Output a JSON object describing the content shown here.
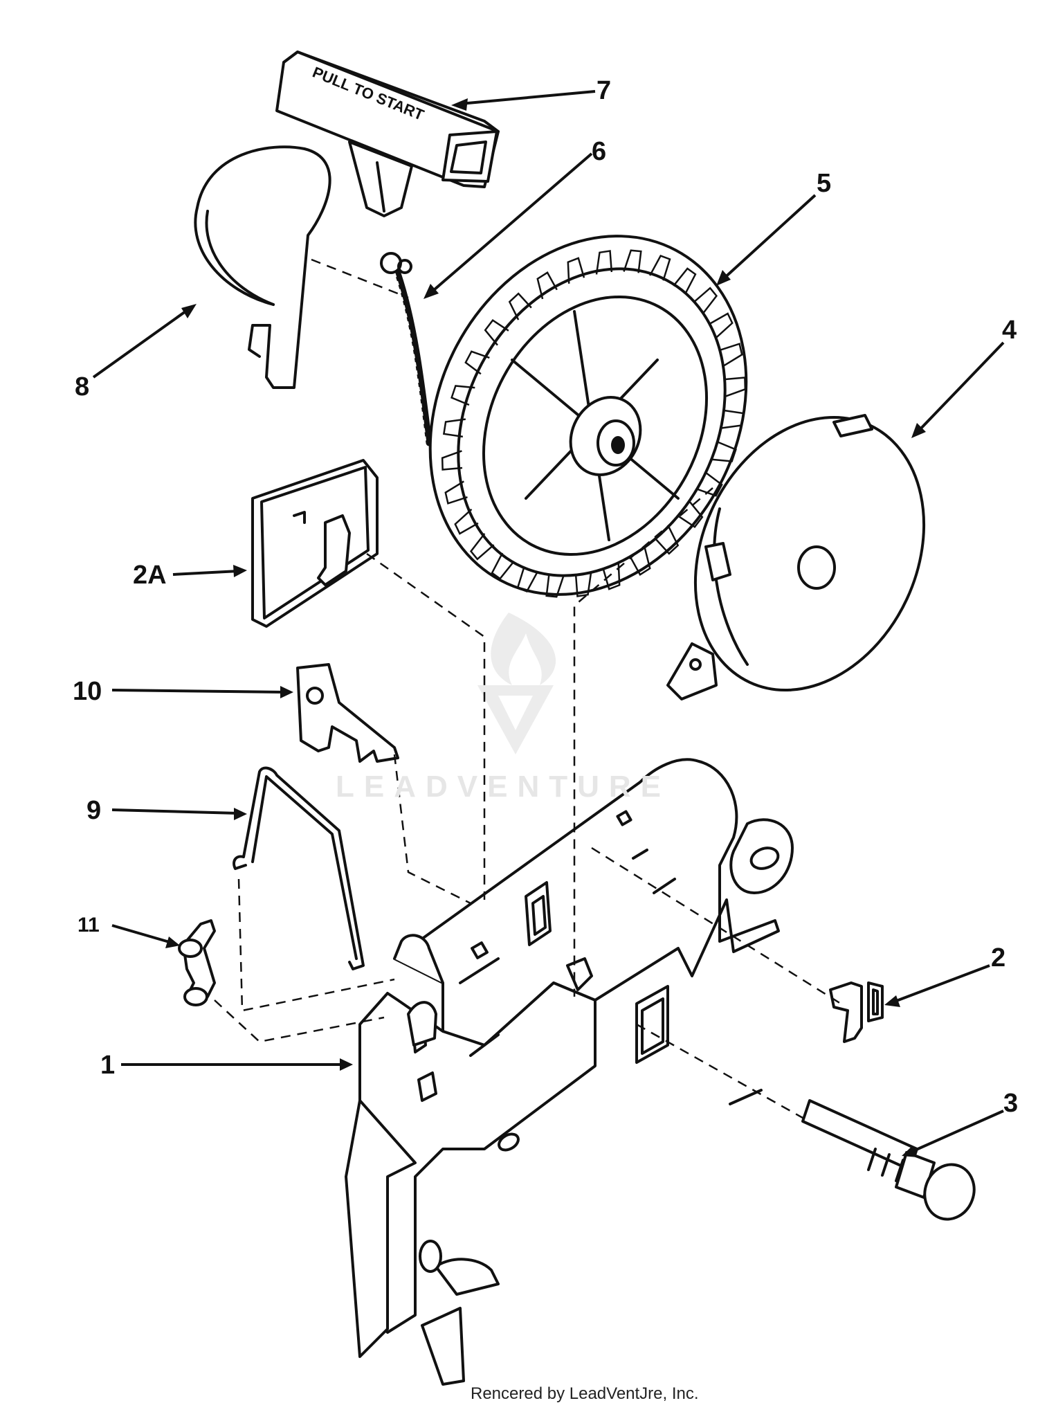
{
  "callouts": {
    "c1": "1",
    "c2": "2",
    "c2a": "2A",
    "c3": "3",
    "c4": "4",
    "c5": "5",
    "c6": "6",
    "c7": "7",
    "c8": "8",
    "c9": "9",
    "c10": "10",
    "c11": "11"
  },
  "handle_text": "PULL TO START",
  "watermark": "LEADVENTURE",
  "credit": "Rencered by LeadVentJre, Inc."
}
